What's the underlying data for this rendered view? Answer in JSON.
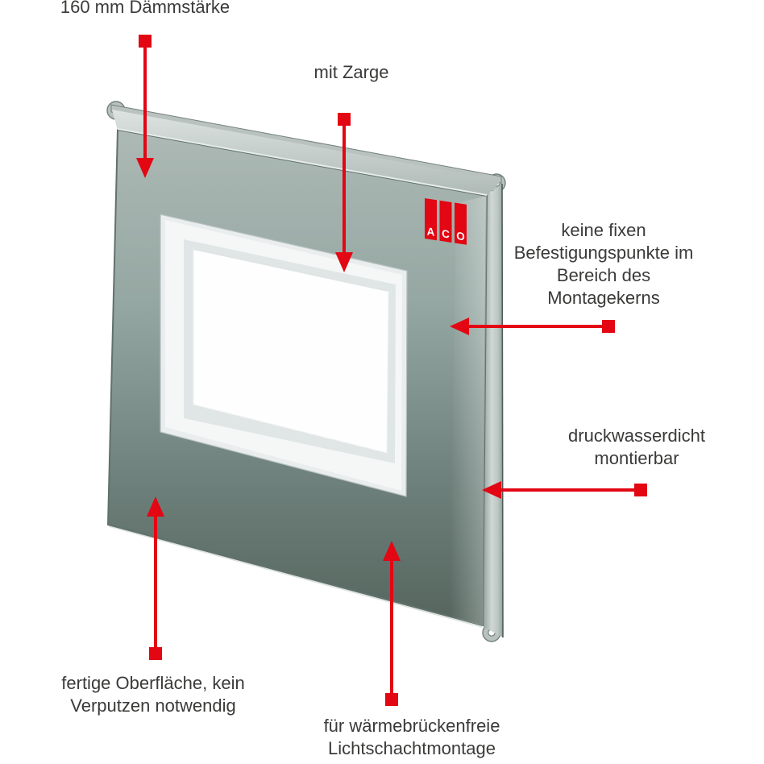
{
  "figure": {
    "type": "annotated product illustration",
    "background": "#ffffff"
  },
  "colors": {
    "accent_red": "#e30613",
    "label_text": "#3a3a39",
    "panel_light": "#adb9b5",
    "panel_dark": "#57675f",
    "flange_gray": "#b9c2bf",
    "frame_white": "#f5f7f7",
    "opening_white": "#fefefe"
  },
  "logo": {
    "name": "ACO",
    "letters": [
      "A",
      "C",
      "O"
    ]
  },
  "annotations": [
    {
      "id": "daemmstaerke",
      "lines": [
        "160 mm Dämmstärke"
      ]
    },
    {
      "id": "mit-zarge",
      "lines": [
        "mit Zarge"
      ]
    },
    {
      "id": "befestigungspunkte",
      "lines": [
        "keine fixen",
        "Befestigungspunkte im",
        "Bereich des",
        "Montagekerns"
      ]
    },
    {
      "id": "druckwasserdicht",
      "lines": [
        "druckwasserdicht",
        "montierbar"
      ]
    },
    {
      "id": "oberflaeche",
      "lines": [
        "fertige Oberfläche, kein",
        "Verputzen notwendig"
      ]
    },
    {
      "id": "lichtschacht",
      "lines": [
        "für wärmebrückenfreie",
        "Lichtschachtmontage"
      ]
    }
  ]
}
